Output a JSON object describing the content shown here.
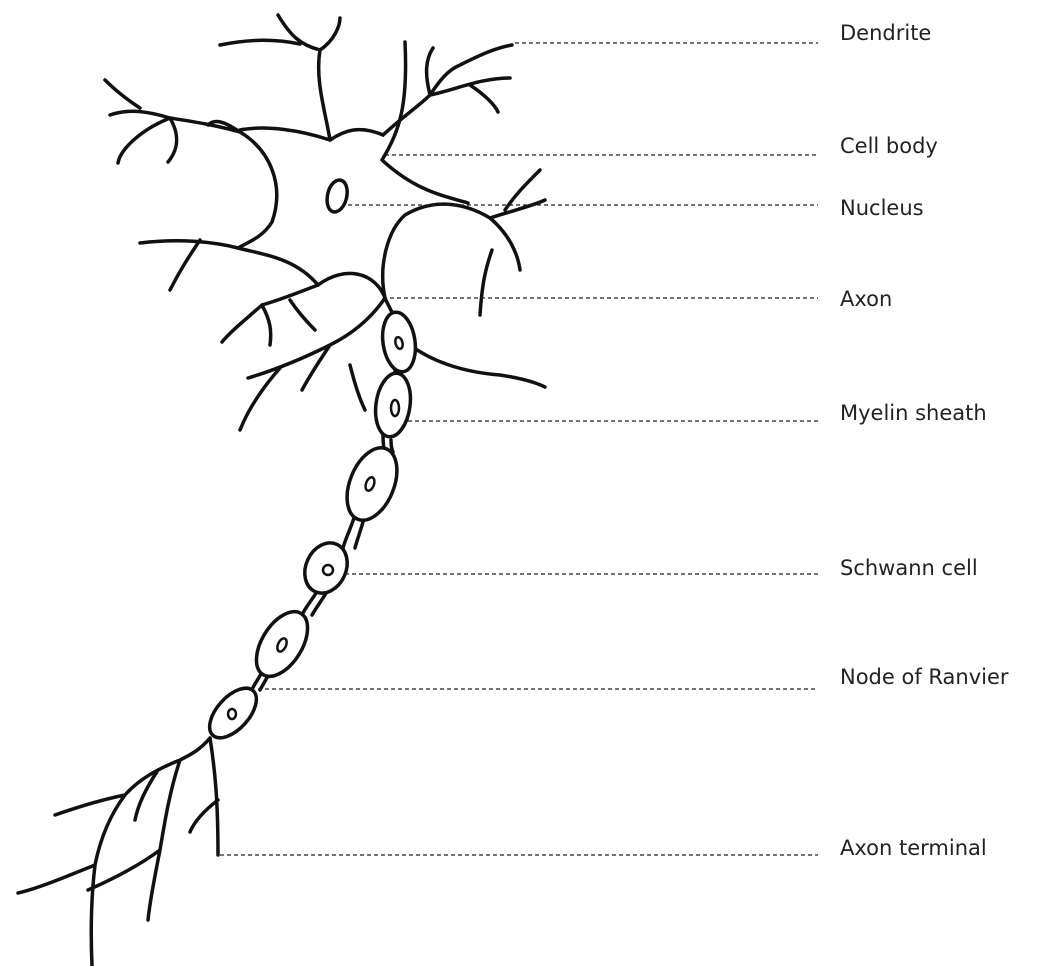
{
  "diagram": {
    "labels": {
      "dendrite": "Dendrite",
      "cell_body": "Cell body",
      "nucleus": "Nucleus",
      "axon": "Axon",
      "myelin_sheath": "Myelin sheath",
      "schwann_cell": "Schwann cell",
      "node_of_ranvier": "Node of Ranvier",
      "axon_terminal": "Axon terminal"
    },
    "line_color": "#111111"
  }
}
